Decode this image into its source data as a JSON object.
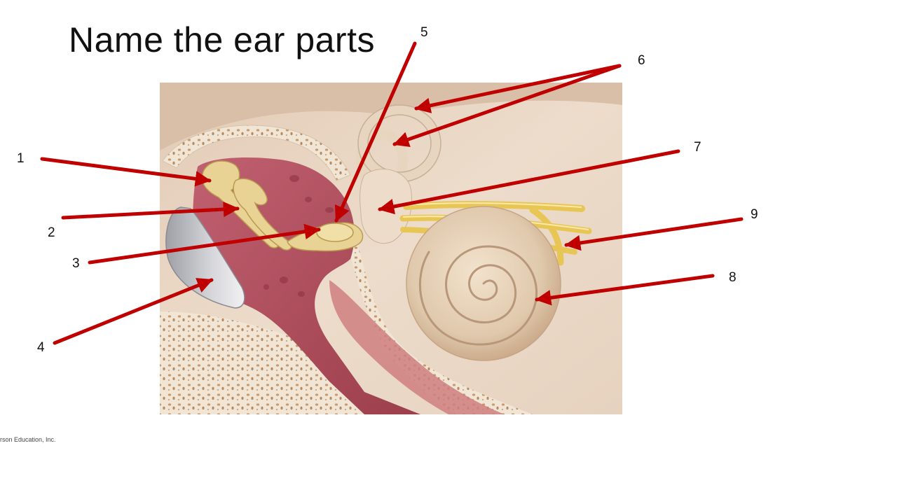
{
  "title": "Name the ear parts",
  "credit": "rson Education, Inc.",
  "labels": [
    "1",
    "2",
    "3",
    "4",
    "5",
    "6",
    "7",
    "8",
    "9"
  ],
  "colors": {
    "arrow": "#c00000",
    "background_tissue": "#e9d8c6",
    "bone": "#efe2cf",
    "ossicles": "#e6cf8e",
    "middle_ear_cavity": "#b9505f",
    "eardrum": "#c9c9cc",
    "nerve": "#e9c85a",
    "cochlea": "#e3cdb2"
  }
}
